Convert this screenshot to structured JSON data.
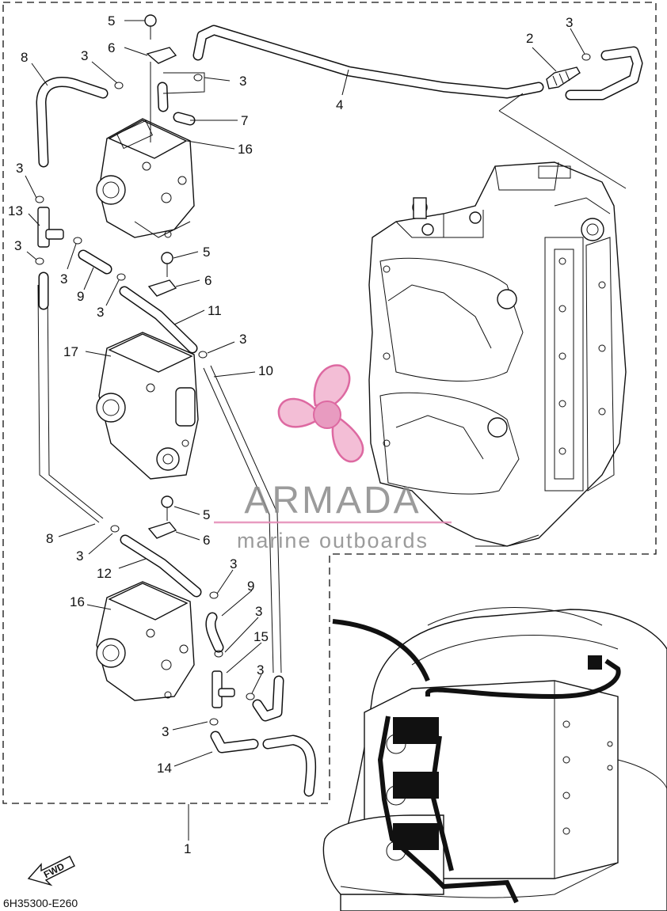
{
  "diagram": {
    "drawing_code": "6H35300-E260",
    "fwd_label": "FWD",
    "watermark": {
      "name": "ARMADA",
      "tagline": "marine outboards"
    },
    "callouts": [
      {
        "id": "c-5a",
        "text": "5"
      },
      {
        "id": "c-6a",
        "text": "6"
      },
      {
        "id": "c-8a",
        "text": "8"
      },
      {
        "id": "c-3a",
        "text": "3"
      },
      {
        "id": "c-3b",
        "text": "3"
      },
      {
        "id": "c-7",
        "text": "7"
      },
      {
        "id": "c-16a",
        "text": "16"
      },
      {
        "id": "c-2",
        "text": "2"
      },
      {
        "id": "c-3c",
        "text": "3"
      },
      {
        "id": "c-4",
        "text": "4"
      },
      {
        "id": "c-3d",
        "text": "3"
      },
      {
        "id": "c-13",
        "text": "13"
      },
      {
        "id": "c-3e",
        "text": "3"
      },
      {
        "id": "c-3f",
        "text": "3"
      },
      {
        "id": "c-9a",
        "text": "9"
      },
      {
        "id": "c-3g",
        "text": "3"
      },
      {
        "id": "c-5b",
        "text": "5"
      },
      {
        "id": "c-6b",
        "text": "6"
      },
      {
        "id": "c-11",
        "text": "11"
      },
      {
        "id": "c-17",
        "text": "17"
      },
      {
        "id": "c-3h",
        "text": "3"
      },
      {
        "id": "c-10",
        "text": "10"
      },
      {
        "id": "c-5c",
        "text": "5"
      },
      {
        "id": "c-8b",
        "text": "8"
      },
      {
        "id": "c-6c",
        "text": "6"
      },
      {
        "id": "c-3i",
        "text": "3"
      },
      {
        "id": "c-12",
        "text": "12"
      },
      {
        "id": "c-3j",
        "text": "3"
      },
      {
        "id": "c-9b",
        "text": "9"
      },
      {
        "id": "c-16b",
        "text": "16"
      },
      {
        "id": "c-3k",
        "text": "3"
      },
      {
        "id": "c-15",
        "text": "15"
      },
      {
        "id": "c-3l",
        "text": "3"
      },
      {
        "id": "c-3m",
        "text": "3"
      },
      {
        "id": "c-14",
        "text": "14"
      },
      {
        "id": "c-1",
        "text": "1"
      }
    ]
  }
}
